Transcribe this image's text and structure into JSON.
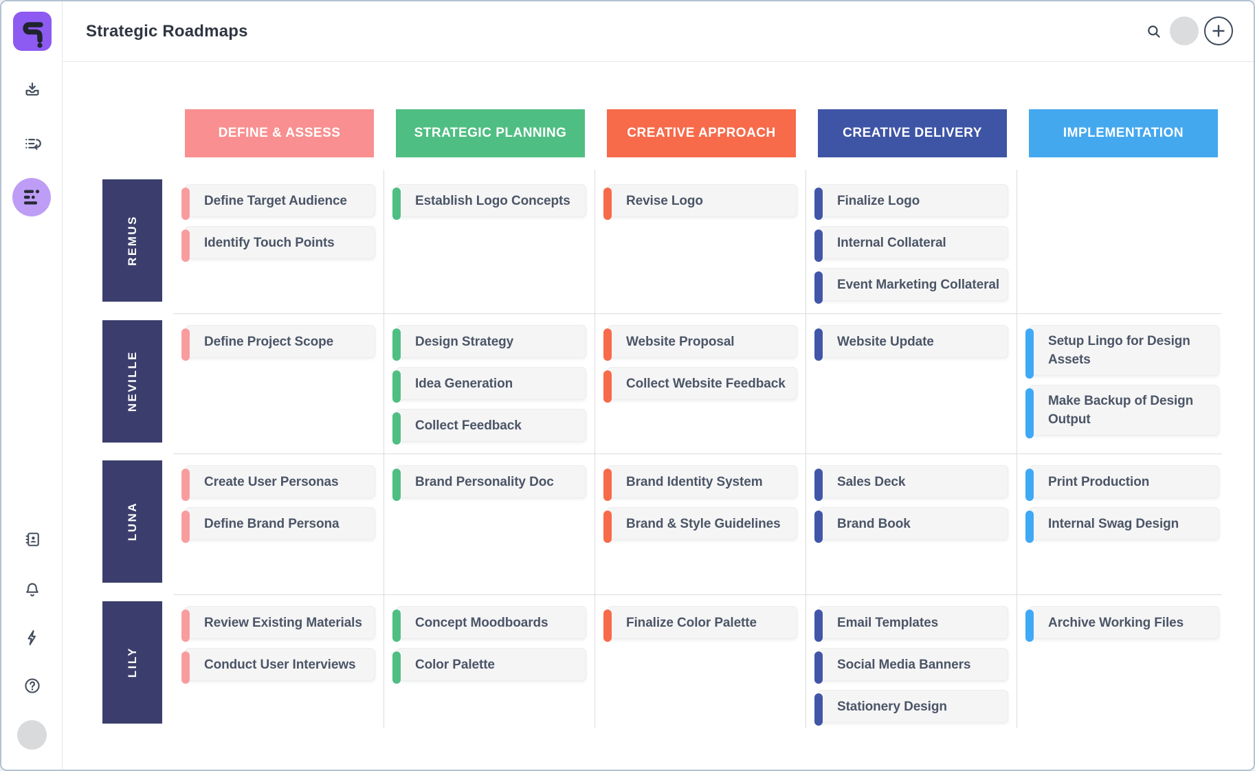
{
  "topbar": {
    "title": "Strategic Roadmaps",
    "search_icon": "search-icon",
    "avatar": "user-avatar",
    "add_button": "add-button"
  },
  "sidebar": {
    "logo": "app-logo",
    "items": [
      {
        "name": "export-download-icon",
        "active": false
      },
      {
        "name": "backlog-list-icon",
        "active": false
      },
      {
        "name": "roadmap-fields-icon",
        "active": true
      },
      {
        "name": "contacts-book-icon",
        "active": false
      },
      {
        "name": "notifications-bell-icon",
        "active": false
      },
      {
        "name": "integrations-lightning-icon",
        "active": false
      },
      {
        "name": "help-icon",
        "active": false
      },
      {
        "name": "user-avatar",
        "active": false
      }
    ],
    "active_color": "#be9df6",
    "logo_color": "#8d5af2"
  },
  "board": {
    "columns": [
      {
        "label": "DEFINE & ASSESS",
        "color": "#f98f90",
        "bar_color": "#f99c9e"
      },
      {
        "label": "STRATEGIC PLANNING",
        "color": "#4fbe82",
        "bar_color": "#4fbe82"
      },
      {
        "label": "CREATIVE APPROACH",
        "color": "#f76a4a",
        "bar_color": "#f76a4a"
      },
      {
        "label": "CREATIVE DELIVERY",
        "color": "#3e54a5",
        "bar_color": "#4156a8"
      },
      {
        "label": "IMPLEMENTATION",
        "color": "#44a8ef",
        "bar_color": "#3fa9f6"
      }
    ],
    "row_label_color": "#3b3e6d",
    "rows": [
      {
        "label": "REMUS",
        "cells": [
          [
            "Define Target Audience",
            "Identify Touch Points"
          ],
          [
            "Establish Logo Concepts"
          ],
          [
            "Revise Logo"
          ],
          [
            "Finalize Logo",
            "Internal Collateral",
            "Event Marketing Collateral"
          ],
          []
        ]
      },
      {
        "label": "NEVILLE",
        "cells": [
          [
            "Define Project Scope"
          ],
          [
            "Design Strategy",
            "Idea Generation",
            "Collect Feedback"
          ],
          [
            "Website Proposal",
            "Collect Website Feedback"
          ],
          [
            "Website Update"
          ],
          [
            "Setup Lingo for Design Assets",
            "Make Backup of Design Output"
          ]
        ]
      },
      {
        "label": "LUNA",
        "cells": [
          [
            "Create User Personas",
            "Define Brand Persona"
          ],
          [
            "Brand Personality Doc"
          ],
          [
            "Brand Identity System",
            "Brand & Style Guidelines"
          ],
          [
            "Sales Deck",
            "Brand Book"
          ],
          [
            "Print Production",
            "Internal Swag Design"
          ]
        ]
      },
      {
        "label": "LILY",
        "cells": [
          [
            "Review Existing Materials",
            "Conduct User Interviews"
          ],
          [
            "Concept Moodboards",
            "Color Palette"
          ],
          [
            "Finalize Color Palette"
          ],
          [
            "Email Templates",
            "Social Media Banners",
            "Stationery Design"
          ],
          [
            "Archive Working Files"
          ]
        ]
      }
    ]
  }
}
